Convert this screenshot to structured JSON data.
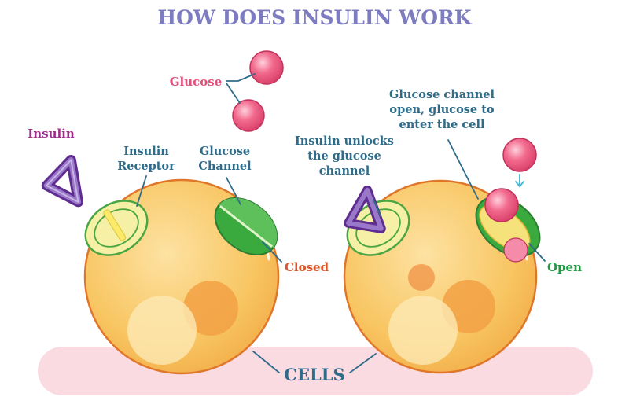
{
  "title": "HOW DOES INSULIN WORK",
  "labels": {
    "glucose": "Glucose",
    "insulin": "Insulin",
    "insulin_receptor": "Insulin\nReceptor",
    "glucose_channel": "Glucose\nChannel",
    "closed": "Closed",
    "insulin_unlocks": "Insulin unlocks\nthe glucose\nchannel",
    "channel_open": "Glucose channel\nopen, glucose to\nenter the cell",
    "open": "Open",
    "cells": "CELLS"
  },
  "colors": {
    "title": "#7e7cc0",
    "label_blue": "#2f6c8a",
    "glucose_pink": "#e0507a",
    "insulin_purple": "#9b2f8c",
    "closed_red": "#d9582b",
    "open_green": "#1f9a45",
    "cell_fill": "#f8c663",
    "cell_stroke": "#e0762a",
    "base_pink": "#fbdbe2",
    "channel_green": "#3aaa3e",
    "receptor_yellow": "#f2ea8e"
  }
}
